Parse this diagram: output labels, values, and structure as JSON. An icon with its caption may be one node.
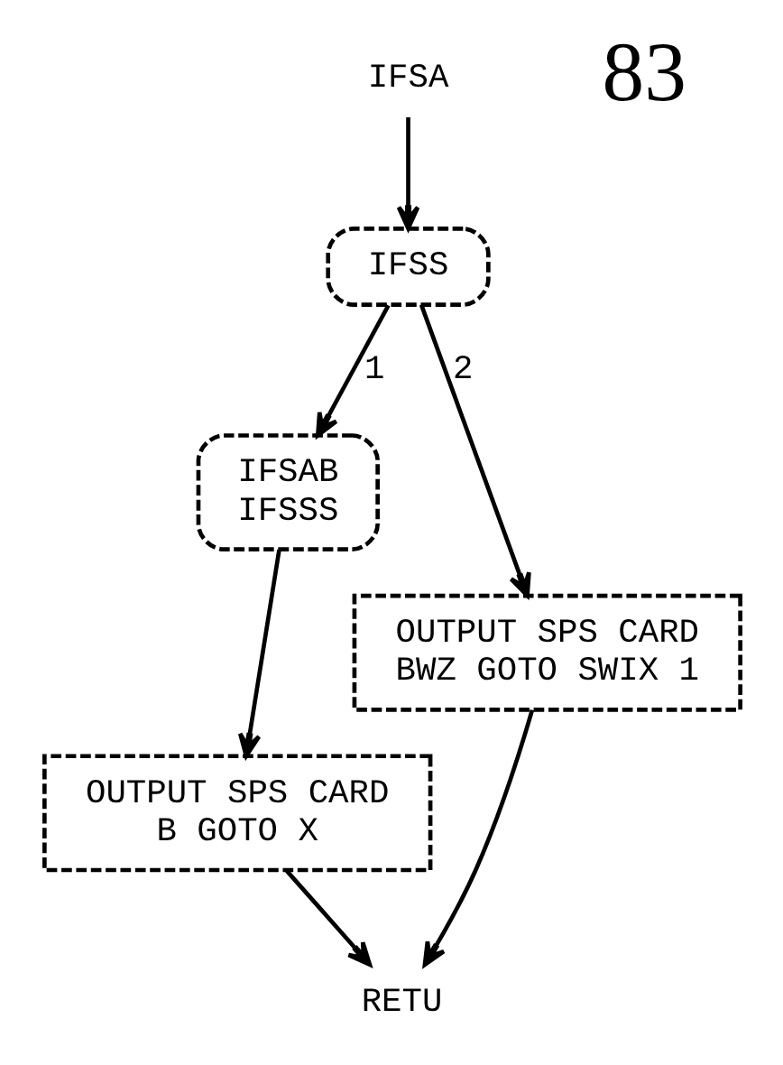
{
  "diagram": {
    "nodes": [
      {
        "text": [
          "IFSA"
        ]
      },
      {
        "text": [
          "IFSS"
        ]
      },
      {
        "text": [
          "IFSAB",
          "IFSSS"
        ]
      },
      {
        "text": [
          "OUTPUT SPS CARD",
          "B GOTO X"
        ]
      },
      {
        "text": [
          "OUTPUT SPS CARD",
          "BWZ GOTO SWIX 1"
        ]
      },
      {
        "text": [
          "RETU"
        ]
      }
    ],
    "edges": [
      {
        "from": 0,
        "to": 1,
        "arrow": "to"
      },
      {
        "from": 1,
        "to": 2,
        "arrow": "to",
        "label": "1"
      },
      {
        "from": 2,
        "to": 3,
        "arrow": "to"
      },
      {
        "from": 1,
        "to": 4,
        "arrow": "to",
        "label": "2"
      },
      {
        "from": 4,
        "to": 5,
        "arrow": "to"
      },
      {
        "from": 3,
        "to": 5,
        "arrow": "to"
      }
    ],
    "labels": [
      "83"
    ]
  }
}
